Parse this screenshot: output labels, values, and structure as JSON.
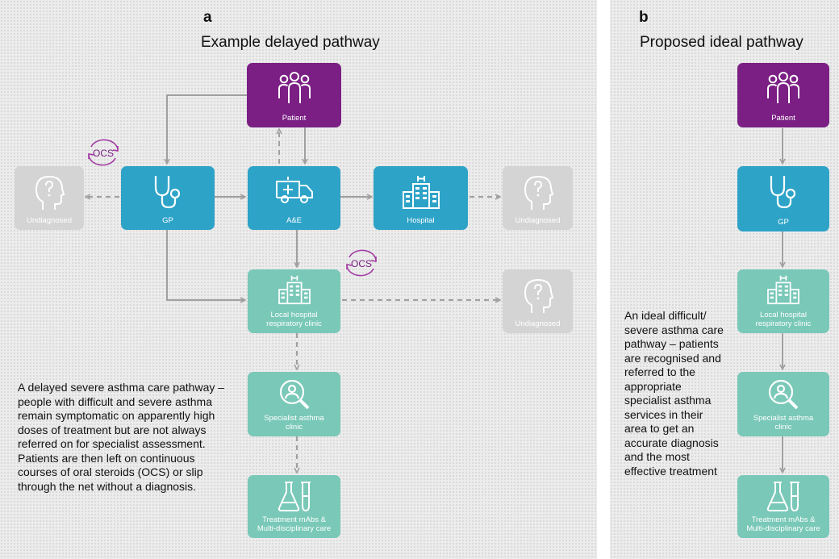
{
  "panel_a": {
    "letter": "a",
    "title": "Example delayed pathway",
    "nodes": {
      "patient": "Patient",
      "gp": "GP",
      "ae": "A&E",
      "hospital": "Hospital",
      "undiagnosed_left": "Undiagnosed",
      "undiagnosed_right": "Undiagnosed",
      "undiagnosed_clinic": "Undiagnosed",
      "local_clinic": "Local hospital respiratory clinic",
      "specialist": "Specialist asthma clinic",
      "treatment": "Treatment mAbs & Multi-disciplinary care"
    },
    "ocs_label": "OCS",
    "description": "A delayed severe asthma care pathway – people with difficult and severe asthma remain symptomatic on apparently high doses of treatment but are not always referred on for specialist assessment. Patients are then left on continuous courses of oral steroids (OCS) or slip through the net without a diagnosis."
  },
  "panel_b": {
    "letter": "b",
    "title": "Proposed ideal pathway",
    "nodes": {
      "patient": "Patient",
      "gp": "GP",
      "local_clinic": "Local hospital respiratory clinic",
      "specialist": "Specialist asthma clinic",
      "treatment": "Treatment mAbs & Multi-disciplinary care"
    },
    "description": "An ideal difficult/ severe asthma care pathway – patients are recognised and referred to the appropriate specialist asthma services in their area to get an accurate diagnosis and the most effective treatment"
  },
  "colors": {
    "purple": "#7b1f84",
    "blue": "#2ea3c8",
    "teal": "#79c8b8",
    "grey": "#d4d4d4",
    "arrow": "#a0a0a0"
  },
  "icons": {
    "patient": "people-group-icon",
    "gp": "stethoscope-icon",
    "ae": "ambulance-icon",
    "hospital": "hospital-building-icon",
    "undiagnosed": "head-question-icon",
    "specialist": "magnifier-person-icon",
    "treatment": "flask-testtube-icon",
    "ocs": "ocs-cycle-icon"
  }
}
